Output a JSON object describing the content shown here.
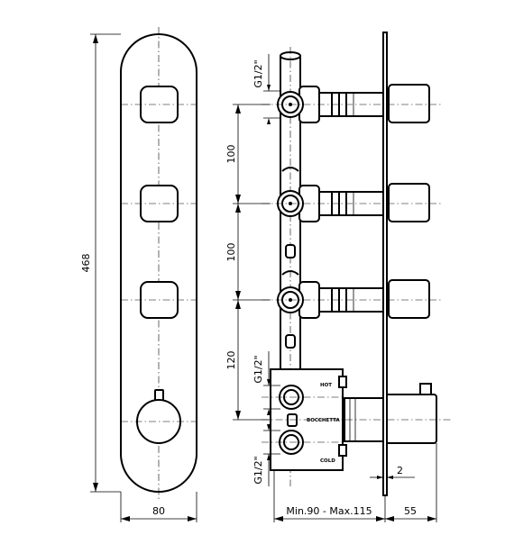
{
  "dimensions": {
    "overall_height": "468",
    "plate_width": "80",
    "spacing_top": "100",
    "spacing_middle": "100",
    "spacing_bottom": "120",
    "thread_top": "G1/2\"",
    "thread_middle": "G1/2\"",
    "thread_bottom": "G1/2\"",
    "plate_thickness": "2",
    "wall_depth": "Min.90 - Max.115",
    "protrusion": "55"
  },
  "body_labels": {
    "hot": "HOT",
    "spout": "BOCCHETTA",
    "cold": "COLD"
  },
  "front_view": {
    "square_knobs": 3,
    "round_knobs": 1
  }
}
